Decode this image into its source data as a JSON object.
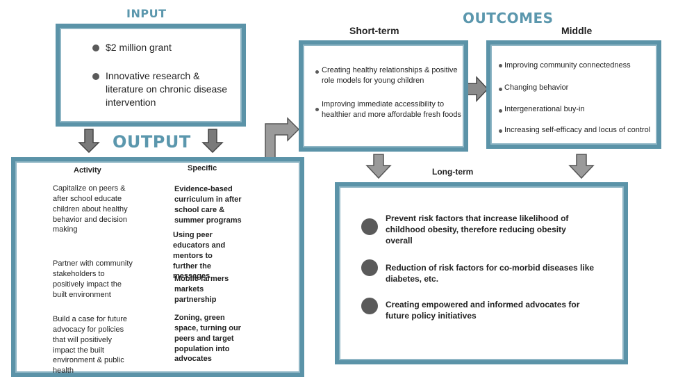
{
  "input": {
    "heading": "INPUT",
    "items": [
      "$2 million grant",
      "Innovative research & literature on chronic disease intervention"
    ]
  },
  "outcomes": {
    "heading": "OUTCOMES",
    "short_term": {
      "title": "Short-term",
      "items": [
        "Creating healthy relationships & positive role models for young children",
        "Improving immediate accessibility to healthier and more affordable fresh foods"
      ]
    },
    "middle": {
      "title": "Middle",
      "items": [
        "Improving community connectedness",
        "Changing behavior",
        "Intergenerational buy-in",
        "Increasing self-efficacy and locus of control"
      ]
    },
    "long_term": {
      "title": "Long-term",
      "items": [
        "Prevent risk factors that increase likelihood of childhood obesity, therefore reducing obesity overall",
        "Reduction of risk factors for co-morbid diseases like diabetes, etc.",
        "Creating empowered and informed advocates for future policy initiatives"
      ]
    }
  },
  "output": {
    "heading": "OUTPUT",
    "activity_header": "Activity",
    "specific_header": "Specific",
    "activities": [
      "Capitalize on peers & after school educate children about healthy behavior and decision making",
      "Partner with community stakeholders to positively impact the built environment",
      "Build a case for future advocacy for policies that will positively impact the built environment & public health"
    ],
    "specifics": [
      "Evidence-based curriculum in after school care & summer programs",
      "Using peer educators and mentors to further the messages",
      "Mobile farmers markets partnership",
      "Zoning, green space, turning our peers and target population into advocates"
    ]
  }
}
